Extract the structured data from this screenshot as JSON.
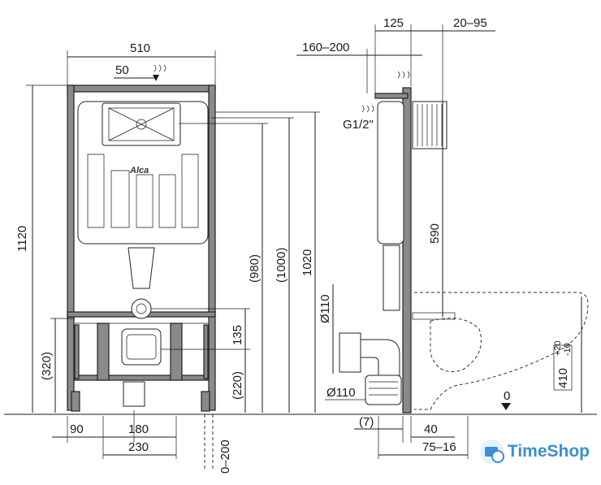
{
  "front_view": {
    "dim_width": "510",
    "dim_top_offset": "50",
    "dim_height_total": "1120",
    "dim_980": "(980)",
    "dim_1000": "(1000)",
    "dim_1020": "1020",
    "dim_320": "(320)",
    "dim_220": "(220)",
    "dim_135": "135",
    "dim_90": "90",
    "dim_180": "180",
    "dim_230": "230",
    "dim_0_200": "0–200",
    "brand_label": "Alca"
  },
  "side_view": {
    "dim_125": "125",
    "dim_20_95": "20–95",
    "dim_160_200": "160–200",
    "dim_g12": "G1/2\"",
    "dim_590": "590",
    "dim_d110_top": "Ø110",
    "dim_d110_bottom": "Ø110",
    "dim_7": "(7)",
    "dim_40": "40",
    "dim_75_16": "75–16",
    "dim_410": "410",
    "dim_410_plus": "+20",
    "dim_410_minus": "-10",
    "floor_mark": "0"
  },
  "watermark": {
    "text": "TimeShop",
    "icon": "clock-wallet-icon"
  }
}
